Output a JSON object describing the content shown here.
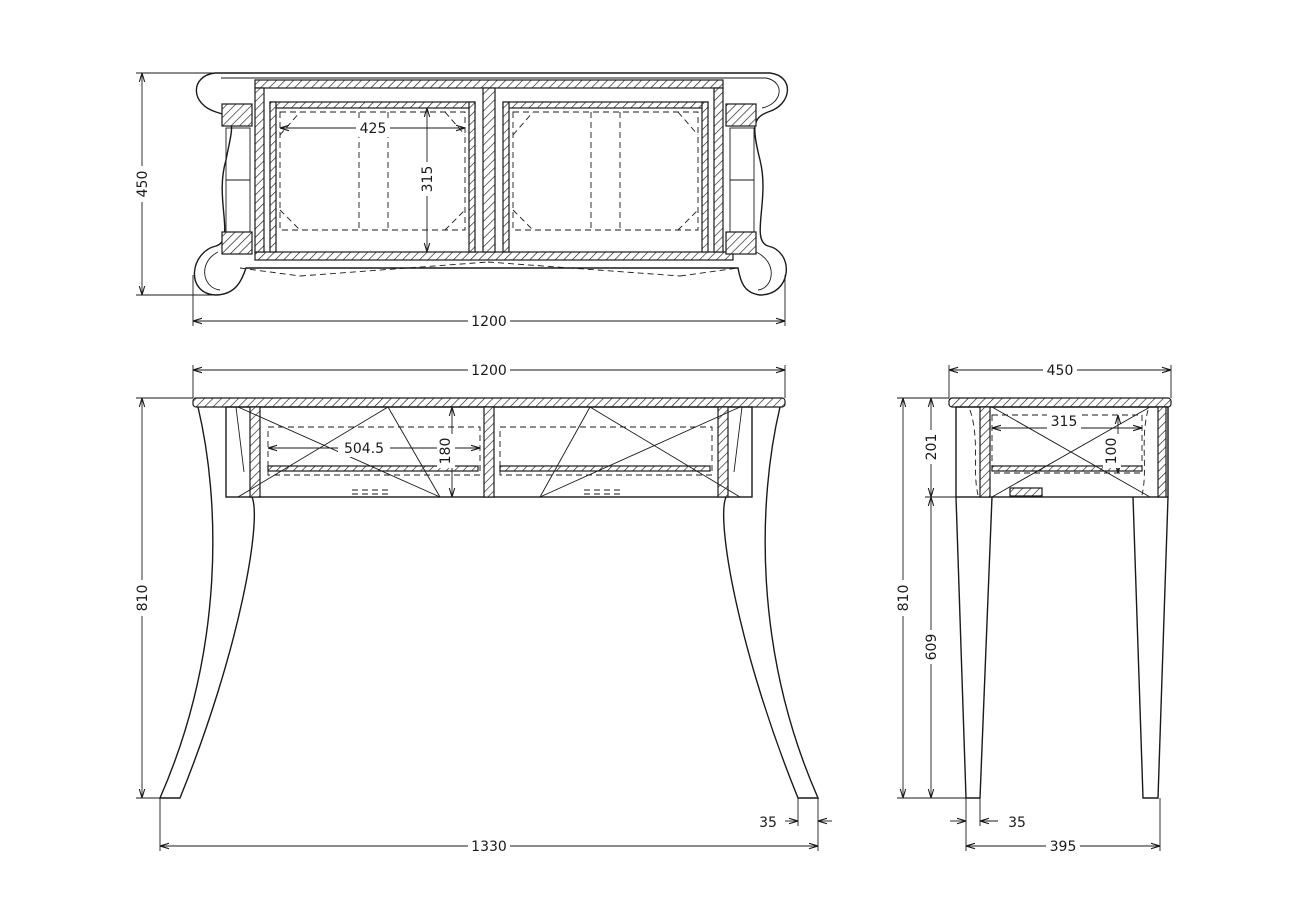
{
  "drawing": {
    "top_view": {
      "width": "1200",
      "depth": "450",
      "drawer_width": "425",
      "drawer_depth": "315"
    },
    "front_view": {
      "width_top": "1200",
      "height": "810",
      "drawer_width": "504.5",
      "drawer_height": "180",
      "leg_tip": "35",
      "width_base": "1330"
    },
    "side_view": {
      "depth_top": "450",
      "height": "810",
      "apron_height": "201",
      "leg_height": "609",
      "drawer_depth": "315",
      "drawer_height": "100",
      "leg_tip": "35",
      "depth_base": "395"
    }
  }
}
